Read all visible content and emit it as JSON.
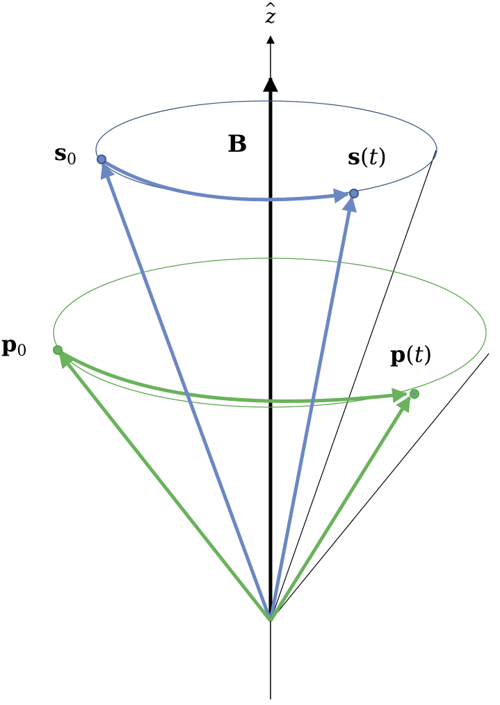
{
  "colors": {
    "axis": "#000000",
    "spin": "#6b87c3",
    "spin_circle": "#3d5784",
    "momentum": "#6ab25c",
    "momentum_circle": "#58a54c",
    "cone_line": "#000000"
  },
  "labels": {
    "axis_hat": "^",
    "axis_letter": "z",
    "field": "B",
    "spin_initial_base": "s",
    "spin_initial_sub": "0",
    "spin_time_base": "s",
    "spin_time_open": "(",
    "spin_time_var": "t",
    "spin_time_close": ")",
    "momentum_initial_base": "p",
    "momentum_initial_sub": "0",
    "momentum_time_base": "p",
    "momentum_time_open": "(",
    "momentum_time_var": "t",
    "momentum_time_close": ")"
  }
}
